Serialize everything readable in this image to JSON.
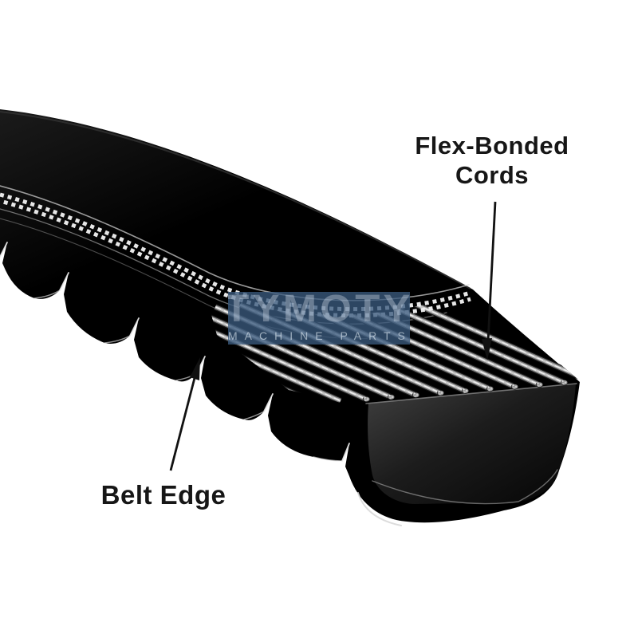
{
  "diagram": {
    "type": "product-illustration",
    "subject": "cogged v-belt cutaway",
    "labels": {
      "flex_bonded": {
        "line1": "Flex-Bonded",
        "line2": "Cords"
      },
      "belt_edge": {
        "text": "Belt Edge"
      }
    },
    "annotation_arrows": [
      {
        "name": "flex-bonded-cords-arrow",
        "points_to": "exposed cords at cut end"
      },
      {
        "name": "belt-edge-arrow",
        "points_to": "notched belt edge"
      }
    ]
  },
  "watermark": {
    "title": "TYMOTY",
    "subtitle": "MACHINE PARTS"
  },
  "colors": {
    "background": "#ffffff",
    "belt_black": "#020202",
    "cut_face_gray": "#2e2e2e",
    "cord_gray": "#c7c7c7",
    "fabric_dot_white": "#f3f3f3",
    "watermark_box_blue": "#3a5a7d",
    "label_text": "#161616"
  }
}
